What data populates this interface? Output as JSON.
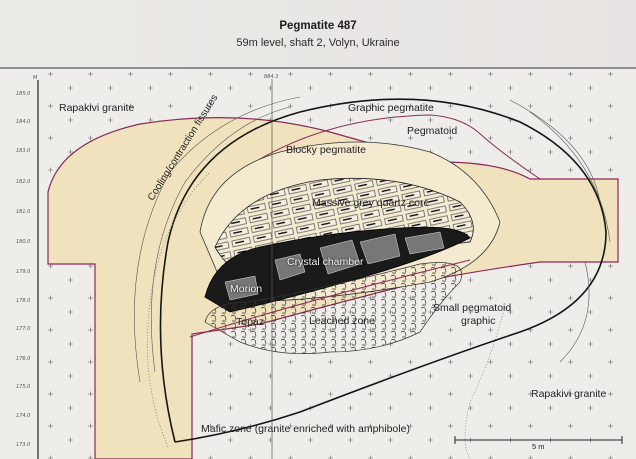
{
  "header": {
    "title": "Pegmatite 487",
    "subtitle": "59m level, shaft 2, Volyn, Ukraine"
  },
  "axis": {
    "unit": "M",
    "section_marker": "884.3",
    "ticks": [
      "185.0",
      "184.0",
      "183.0",
      "182.0",
      "181.0",
      "180.0",
      "179.0",
      "178.0",
      "177.0",
      "176.0",
      "175.0",
      "174.0",
      "173.0"
    ]
  },
  "labels": {
    "rapakivi_granite_top": "Rapakivi granite",
    "graphic_pegmatite": "Graphic pegmatite",
    "pegmatoid": "Pegmatoid",
    "blocky_pegmatite": "Blocky pegmatite",
    "cooling_fissures": "Cooling/contraction fissures",
    "quartz_core": "Massive grey quartz core",
    "crystal_chamber": "Crystal chamber",
    "morion": "Morion",
    "topaz": "Topaz",
    "leached_zone": "Leached zone",
    "small_pegmatoid_graphic_1": "Small pegmatoid",
    "small_pegmatoid_graphic_2": "graphic",
    "rapakivi_granite_bottom": "Rapakivi granite",
    "mafic_zone": "Mafic zone (granite enriched with amphibole)"
  },
  "scale_bar": {
    "label": "5 m"
  },
  "colors": {
    "background": "#eeede9",
    "pegmatoid_fill": "#efe2bd",
    "boundary_purple": "#8a2a5a",
    "contour_black": "#151515",
    "core_dark": "#1a1a1a"
  }
}
